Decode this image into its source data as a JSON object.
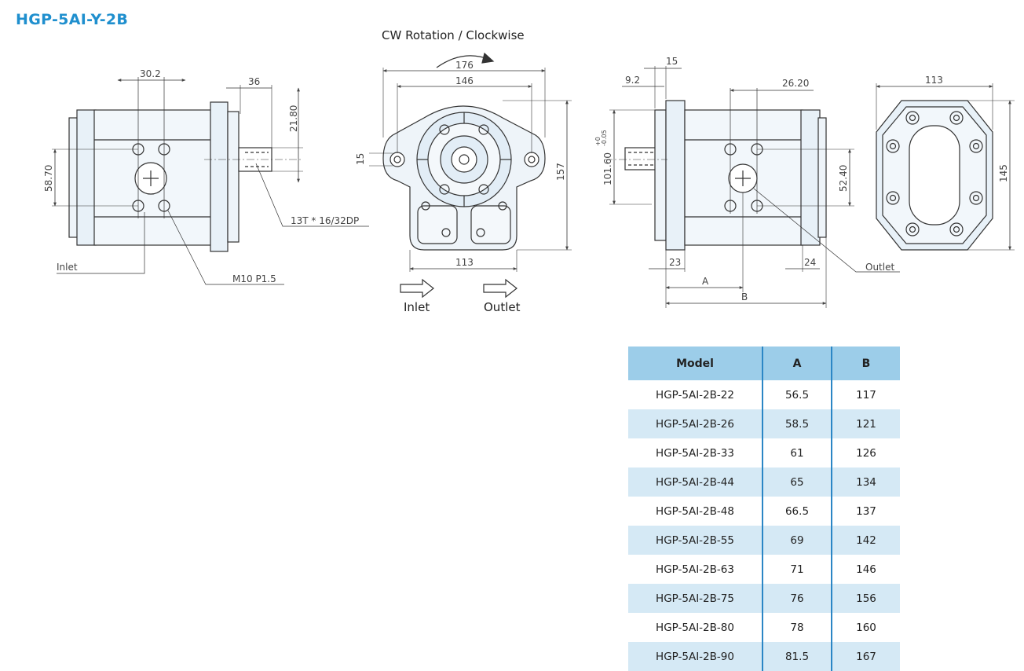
{
  "title": "HGP-5AI-Y-2B",
  "rotation_label": "CW Rotation / Clockwise",
  "flow": {
    "inlet": "Inlet",
    "outlet": "Outlet"
  },
  "left_view": {
    "dims": [
      "30.2",
      "36",
      "21.80",
      "58.70"
    ],
    "callouts": {
      "spline": "13T * 16/32DP",
      "inlet": "Inlet",
      "thread": "M10  P1.5"
    }
  },
  "front_view": {
    "dims": [
      "176",
      "146",
      "15",
      "157",
      "113"
    ]
  },
  "right_view": {
    "dims": [
      "15",
      "9.2",
      "26.20",
      "101.60",
      "+0",
      "-0.05",
      "52.40",
      "23",
      "24",
      "A",
      "B"
    ],
    "callouts": {
      "outlet": "Outlet"
    }
  },
  "rear_view": {
    "dims": [
      "113",
      "145"
    ]
  },
  "table": {
    "headers": [
      "Model",
      "A",
      "B"
    ],
    "rows": [
      [
        "HGP-5AI-2B-22",
        "56.5",
        "117"
      ],
      [
        "HGP-5AI-2B-26",
        "58.5",
        "121"
      ],
      [
        "HGP-5AI-2B-33",
        "61",
        "126"
      ],
      [
        "HGP-5AI-2B-44",
        "65",
        "134"
      ],
      [
        "HGP-5AI-2B-48",
        "66.5",
        "137"
      ],
      [
        "HGP-5AI-2B-55",
        "69",
        "142"
      ],
      [
        "HGP-5AI-2B-63",
        "71",
        "146"
      ],
      [
        "HGP-5AI-2B-75",
        "76",
        "156"
      ],
      [
        "HGP-5AI-2B-80",
        "78",
        "160"
      ],
      [
        "HGP-5AI-2B-90",
        "81.5",
        "167"
      ]
    ]
  }
}
